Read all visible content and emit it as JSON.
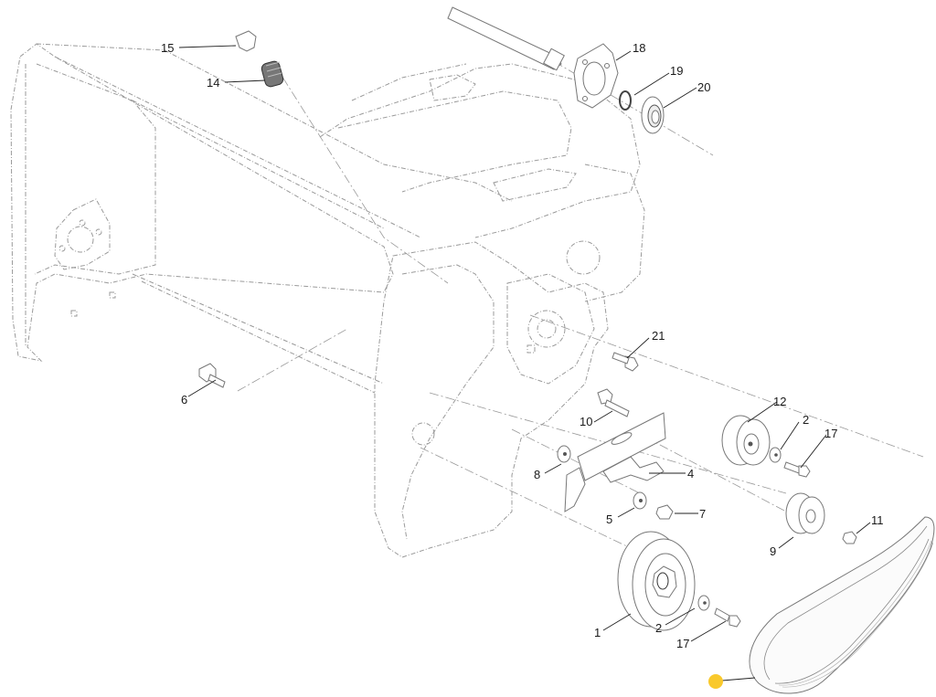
{
  "diagram": {
    "title": "Exploded parts diagram — auger housing, pulleys and drive belt",
    "highlight_color": "#f9c92c",
    "callouts": [
      {
        "id": "c1",
        "label": "1",
        "part": "Drive pulley"
      },
      {
        "id": "c2a",
        "label": "2",
        "part": "Washer (drive pulley)"
      },
      {
        "id": "c2b",
        "label": "2",
        "part": "Washer (idler pulley)"
      },
      {
        "id": "c4",
        "label": "4",
        "part": "Idler arm bracket"
      },
      {
        "id": "c5",
        "label": "5",
        "part": "Washer"
      },
      {
        "id": "c6",
        "label": "6",
        "part": "Bolt (housing)"
      },
      {
        "id": "c7",
        "label": "7",
        "part": "Flange nut"
      },
      {
        "id": "c8",
        "label": "8",
        "part": "Washer"
      },
      {
        "id": "c9",
        "label": "9",
        "part": "Idler pulley (flat)"
      },
      {
        "id": "c10",
        "label": "10",
        "part": "Bolt (idler arm)"
      },
      {
        "id": "c11",
        "label": "11",
        "part": "Flange nut"
      },
      {
        "id": "c12",
        "label": "12",
        "part": "Idler pulley (grooved)"
      },
      {
        "id": "c14",
        "label": "14",
        "part": "Spring"
      },
      {
        "id": "c15",
        "label": "15",
        "part": "Spring clip"
      },
      {
        "id": "c17a",
        "label": "17",
        "part": "Bolt (idler pulley)"
      },
      {
        "id": "c17b",
        "label": "17",
        "part": "Bolt (drive pulley)"
      },
      {
        "id": "c18",
        "label": "18",
        "part": "Bearing flange"
      },
      {
        "id": "c19",
        "label": "19",
        "part": "Retaining ring"
      },
      {
        "id": "c20",
        "label": "20",
        "part": "Ball bearing"
      },
      {
        "id": "c21",
        "label": "21",
        "part": "Bolt (side plate)"
      }
    ],
    "hotspot": {
      "part": "Drive belt",
      "state": "selected"
    }
  }
}
